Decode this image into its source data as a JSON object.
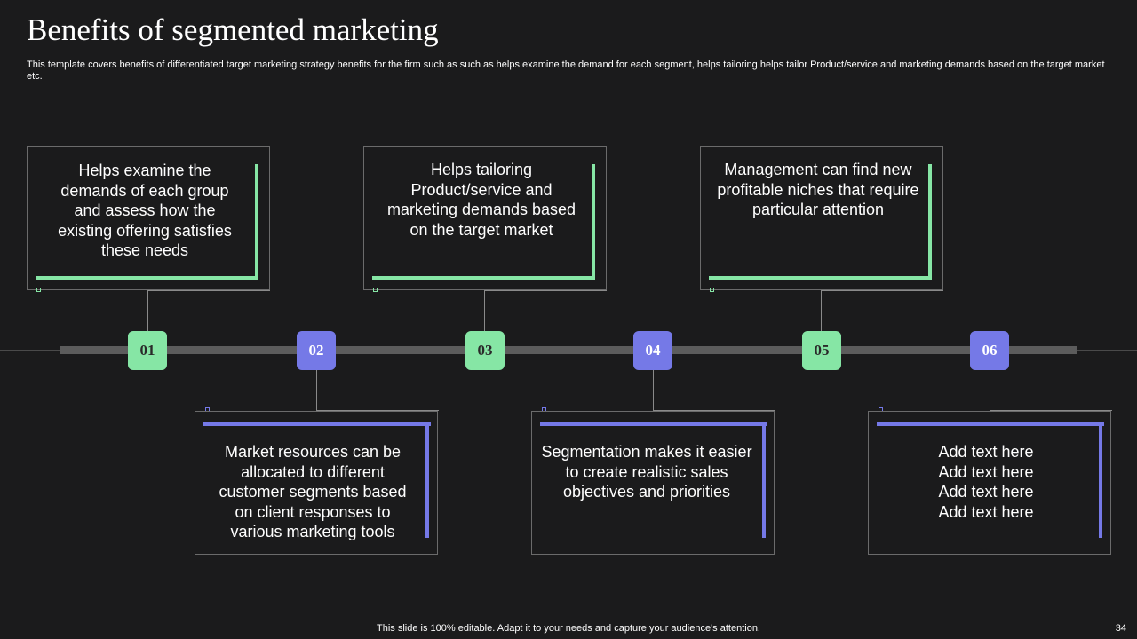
{
  "title": "Benefits of segmented marketing",
  "subtitle": "This template covers benefits of differentiated target marketing strategy benefits for the firm such as such as helps examine the demand for each segment, helps tailoring helps tailor Product/service and marketing demands based on the target market etc.",
  "colors": {
    "green": "#86e6a5",
    "purple": "#7579e7",
    "background": "#1b1b1c"
  },
  "nodes": [
    {
      "label": "01",
      "color": "green"
    },
    {
      "label": "02",
      "color": "purple"
    },
    {
      "label": "03",
      "color": "green"
    },
    {
      "label": "04",
      "color": "purple"
    },
    {
      "label": "05",
      "color": "green"
    },
    {
      "label": "06",
      "color": "purple"
    }
  ],
  "top_boxes": [
    {
      "text": "Helps examine the demands of each group and assess how the existing offering satisfies these needs"
    },
    {
      "text": "Helps tailoring Product/service and marketing demands based on the target market"
    },
    {
      "text": "Management can find new profitable niches that require particular attention"
    }
  ],
  "bottom_boxes": [
    {
      "text": "Market resources can be allocated to different customer segments based on client responses to various marketing tools"
    },
    {
      "text": "Segmentation makes it easier to create realistic sales objectives and priorities"
    },
    {
      "lines": [
        "Add text here",
        "Add text here",
        "Add text here",
        "Add text here"
      ]
    }
  ],
  "footer": "This slide is 100% editable. Adapt it to your needs and capture your audience's attention.",
  "page_number": "34"
}
